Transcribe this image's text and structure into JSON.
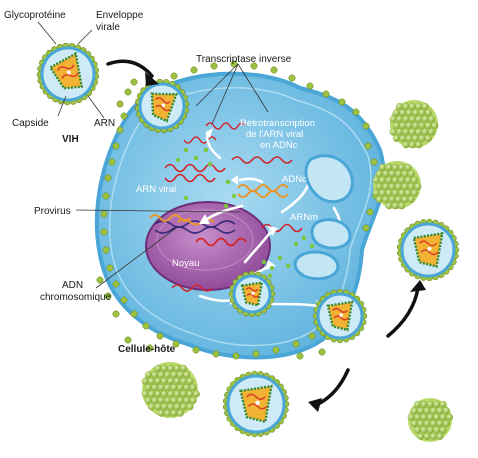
{
  "labels": {
    "glycoproteine": "Glycoprotéine",
    "enveloppe_line1": "Enveloppe",
    "enveloppe_line2": "virale",
    "capside": "Capside",
    "arn": "ARN",
    "vih": "VIH",
    "transcriptase": "Transcriptase inverse",
    "retro_line1": "Rétrotranscription",
    "retro_line2": "de l'ARN viral",
    "retro_line3": "en ADNc",
    "arn_viral": "ARN viral",
    "adnc": "ADNc",
    "provirus": "Provirus",
    "arnm": "ARNm",
    "noyau": "Noyau",
    "adn_line1": "ADN",
    "adn_line2": "chromosomique",
    "cellule_hote": "Cellule-hôte"
  },
  "colors": {
    "cell_fill": "#8ccbe8",
    "cell_edge": "#4aa6d6",
    "nucleus": "#a05ca8",
    "glycoprotein": "#9cc23f",
    "capsid": "#d7442a",
    "rna_red": "#d4232a",
    "dna_orange": "#e8962c"
  }
}
